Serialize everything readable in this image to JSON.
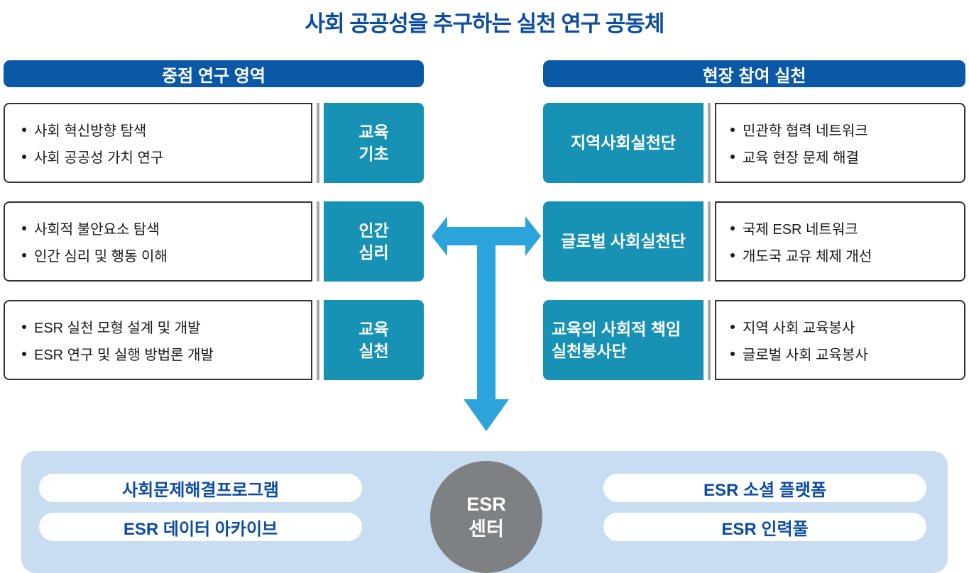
{
  "title": "사회 공공성을 추구하는 실천 연구 공동체",
  "left_section": {
    "header": "중점 연구 영역",
    "rows": [
      {
        "bullets": [
          "사회 혁신방향 탐색",
          "사회 공공성 가치 연구"
        ],
        "label_lines": [
          "교육",
          "기초"
        ]
      },
      {
        "bullets": [
          "사회적 불안요소 탐색",
          "인간 심리 및 행동 이해"
        ],
        "label_lines": [
          "인간",
          "심리"
        ]
      },
      {
        "bullets": [
          "ESR 실천 모형 설계 및 개발",
          "ESR 연구 및 실행 방법론 개발"
        ],
        "label_lines": [
          "교육",
          "실천"
        ]
      }
    ]
  },
  "right_section": {
    "header": "현장 참여 실천",
    "rows": [
      {
        "label_lines": [
          "지역사회실천단"
        ],
        "bullets": [
          "민관학 협력 네트워크",
          "교육 현장 문제 해결"
        ]
      },
      {
        "label_lines": [
          "글로벌 사회실천단"
        ],
        "bullets": [
          "국제 ESR 네트워크",
          "개도국 교유 체제 개선"
        ]
      },
      {
        "label_lines": [
          "교육의 사회적 책임",
          "실천봉사단"
        ],
        "bullets": [
          "지역 사회 교육봉사",
          "글로벌 사회 교육봉사"
        ]
      }
    ]
  },
  "bottom_panel": {
    "center_circle": {
      "lines": [
        "ESR",
        "센터"
      ]
    },
    "left_pills": [
      "사회문제해결프로그램",
      "ESR 데이터 아카이브"
    ],
    "right_pills": [
      "ESR 소셜 플랫폼",
      "ESR 인력풀"
    ]
  },
  "colors": {
    "title_blue": "#0C4DA2",
    "header_blue": "#0A58A6",
    "teal": "#1792B5",
    "arrow_blue": "#2BA3DB",
    "panel_blue": "#C9DDF2",
    "circle_gray": "#7E8183",
    "pill_text_blue": "#0C4DA2",
    "box_border": "#333333",
    "divider_gray": "#A7A7A7",
    "bullet_text": "#1A1A1A"
  }
}
